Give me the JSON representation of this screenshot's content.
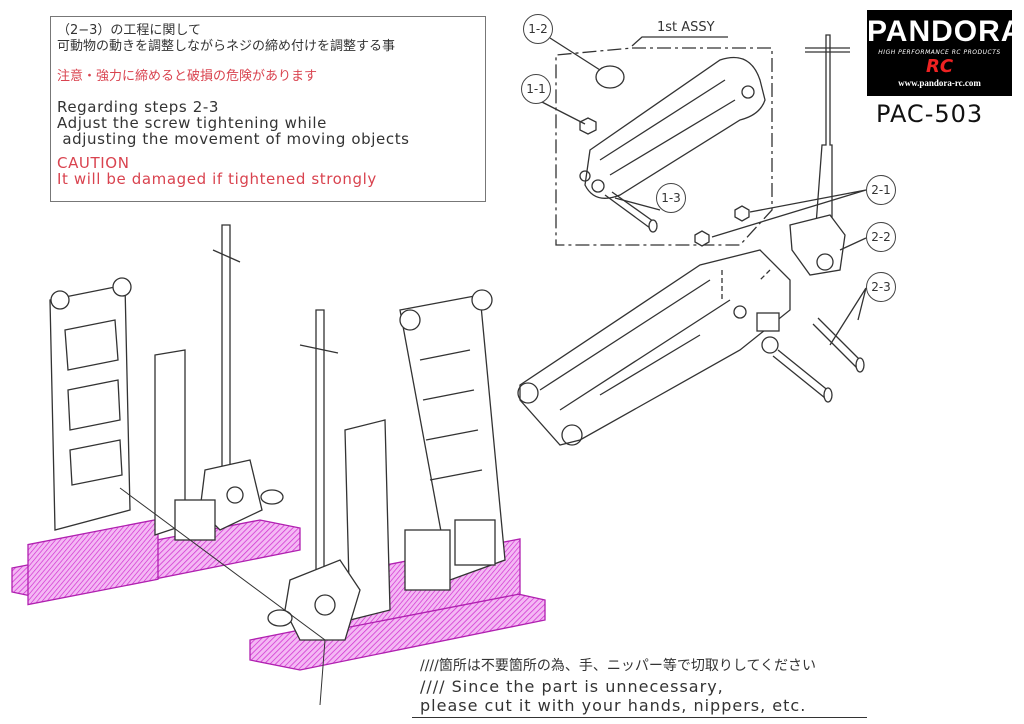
{
  "instructions": {
    "jp_step_title": "（2−3）の工程に関して",
    "jp_step_body": "可動物の動きを調整しながらネジの締め付けを調整する事",
    "jp_caution": "注意・強力に締めると破損の危険があります",
    "en_step_title": "Regarding steps 2-3",
    "en_step_line1": "Adjust the screw tightening while",
    "en_step_line2": " adjusting the movement of moving objects",
    "en_caution_title": "CAUTION",
    "en_caution_body": "It will be damaged if tightened strongly"
  },
  "logo": {
    "brand": "PANDORA",
    "tagline": "HIGH PERFORMANCE RC PRODUCTS",
    "sub": "RC",
    "url": "www.pandora-rc.com"
  },
  "part_number": "PAC-503",
  "assembly": {
    "group_label": "1st ASSY",
    "callouts": [
      "1-2",
      "1-1",
      "1-3",
      "2-1",
      "2-2",
      "2-3"
    ]
  },
  "footer": {
    "jp_note": "////箇所は不要箇所の為、手、ニッパー等で切取りしてください",
    "en_note_line1": "//// Since the part is unnecessary,",
    "en_note_line2": "please cut it with your hands, nippers, etc."
  },
  "colors": {
    "caution": "#d9434f",
    "sprue": "#e040e0"
  }
}
